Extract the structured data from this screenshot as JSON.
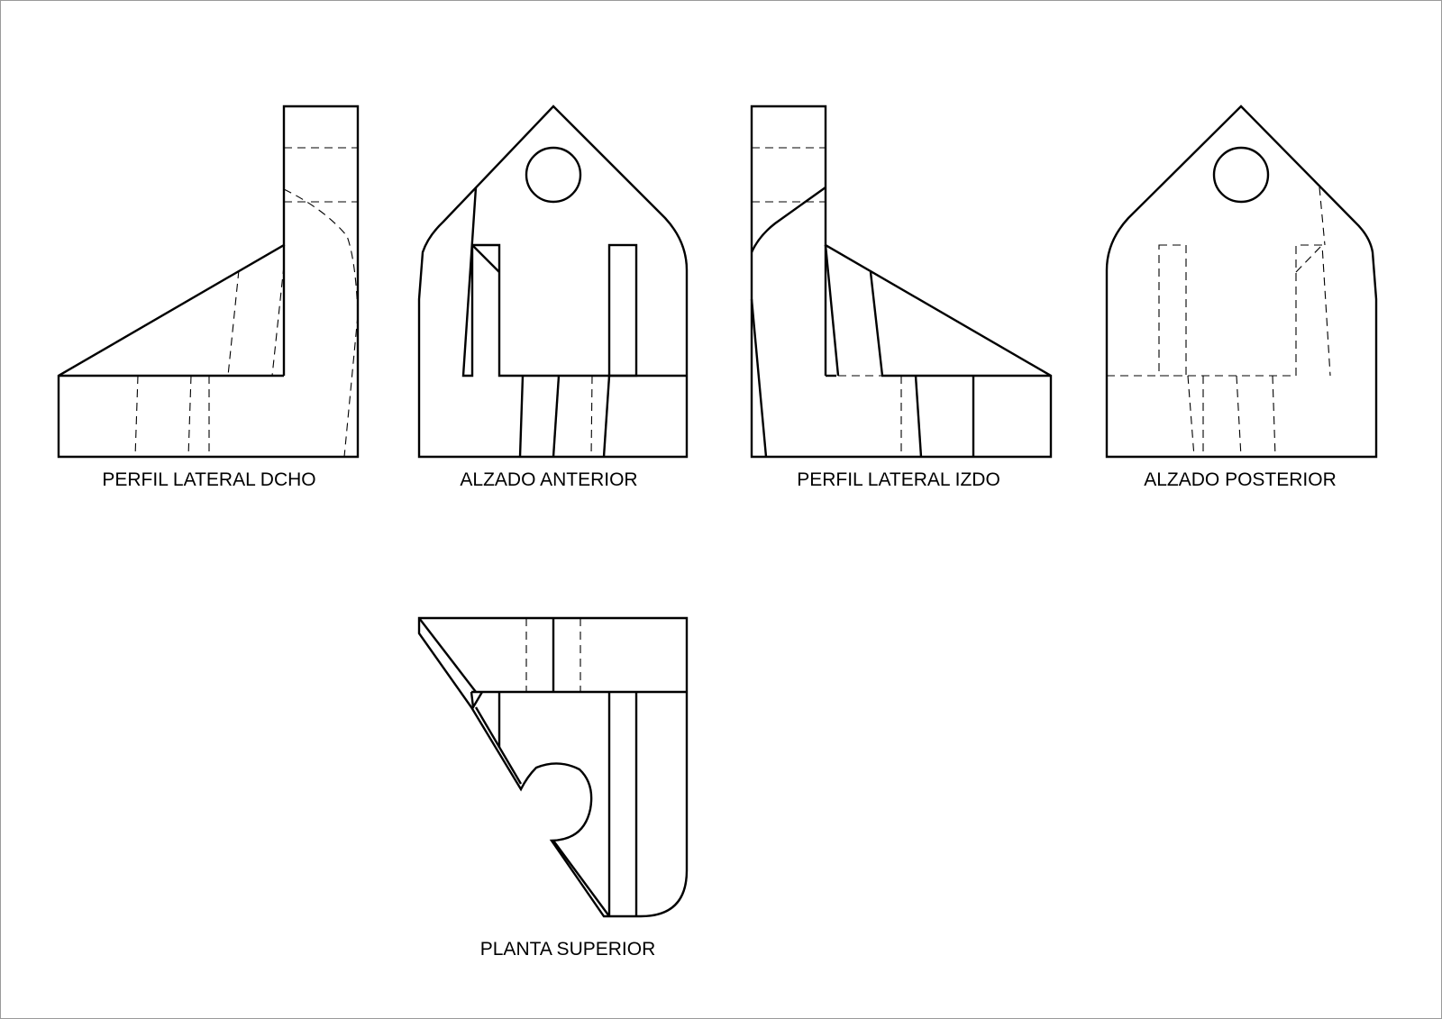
{
  "views": {
    "right_profile": {
      "caption": "PERFIL LATERAL DCHO"
    },
    "front_elevation": {
      "caption": "ALZADO ANTERIOR"
    },
    "left_profile": {
      "caption": "PERFIL LATERAL IZDO"
    },
    "rear_elevation": {
      "caption": "ALZADO POSTERIOR"
    },
    "top_plan": {
      "caption": "PLANTA SUPERIOR"
    }
  },
  "colors": {
    "line": "#000000",
    "background": "#ffffff"
  }
}
